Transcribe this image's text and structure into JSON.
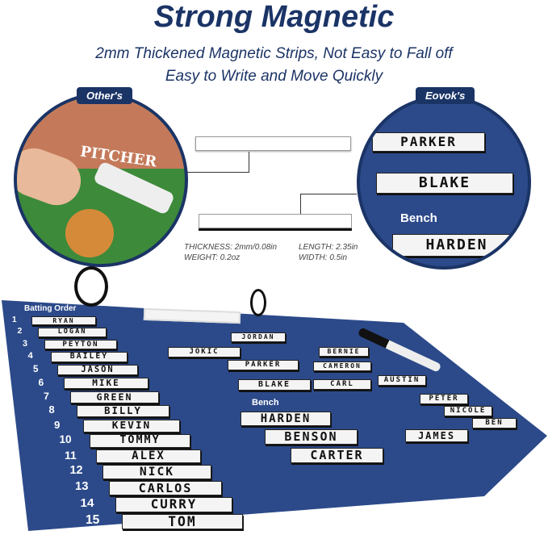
{
  "title": "Strong Magnetic",
  "subtitle1": "2mm Thickened Magnetic Strips, Not Easy to Fall off",
  "subtitle2": "Easy to Write and Move Quickly",
  "left_tab": "Other's",
  "right_tab": "Eovok's",
  "pitcher": "PITCHER",
  "zoom_names": [
    "PARKER",
    "BLAKE",
    "HARDEN"
  ],
  "zoom_bench": "Bench",
  "specs": {
    "thickness": "THICKNESS: 2mm/0.08in",
    "weight": "WEIGHT: 0.2oz",
    "length": "LENGTH: 2.35in",
    "width": "WIDTH: 0.5in"
  },
  "board": {
    "batting_title": "Batting Order",
    "numbers": [
      "1",
      "2",
      "3",
      "4",
      "5",
      "6",
      "7",
      "8",
      "9",
      "10",
      "11",
      "12",
      "13",
      "14",
      "15"
    ],
    "batting": [
      "RYAN",
      "LOGAN",
      "PEYTON",
      "BAILEY",
      "JASON",
      "MIKE",
      "GREEN",
      "BILLY",
      "KEVIN",
      "TOMMY",
      "ALEX",
      "NICK",
      "CARLOS",
      "CURRY",
      "TOM"
    ],
    "field": [
      "JORDAN",
      "JOKIC",
      "BERNIE",
      "PARKER",
      "CAMERON",
      "BLAKE",
      "CARL",
      "AUSTIN",
      "JAMES"
    ],
    "bench_label": "Bench",
    "bench": [
      "HARDEN",
      "BENSON",
      "CARTER"
    ],
    "bench2": [
      "PETER",
      "NICOLE",
      "BEN"
    ]
  },
  "colors": {
    "navy": "#1b3466",
    "board": "#2c4a8a"
  }
}
